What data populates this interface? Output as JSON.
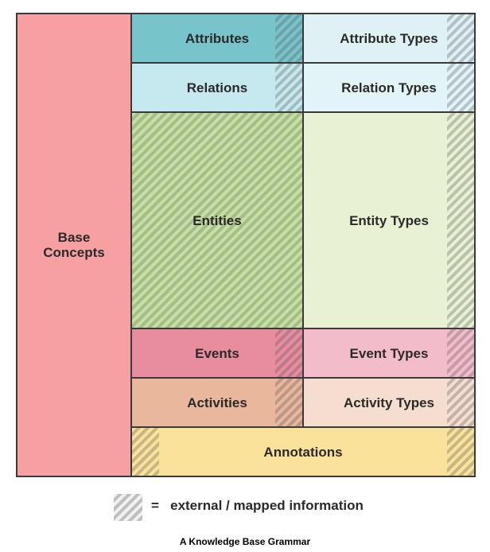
{
  "diagram": {
    "base_concepts": "Base\nConcepts",
    "attributes": "Attributes",
    "attribute_types": "Attribute Types",
    "relations": "Relations",
    "relation_types": "Relation Types",
    "entities": "Entities",
    "entity_types": "Entity Types",
    "events": "Events",
    "event_types": "Event Types",
    "activities": "Activities",
    "activity_types": "Activity Types",
    "annotations": "Annotations"
  },
  "legend": {
    "symbol": "=",
    "text": "external / mapped information"
  },
  "caption": "A Knowledge Base Grammar",
  "colors": {
    "base": "#f6a0a1",
    "attributes": "#78c4cb",
    "attribute_types": "#dff1f5",
    "relations": "#c6e9ef",
    "relation_types": "#e3f4f8",
    "entities": "#c5e0a0",
    "entity_types": "#e8f2d3",
    "events": "#e88c9f",
    "event_types": "#f3bccb",
    "activities": "#e8b79c",
    "activity_types": "#f5ddd0",
    "annotations": "#fbe29a"
  }
}
